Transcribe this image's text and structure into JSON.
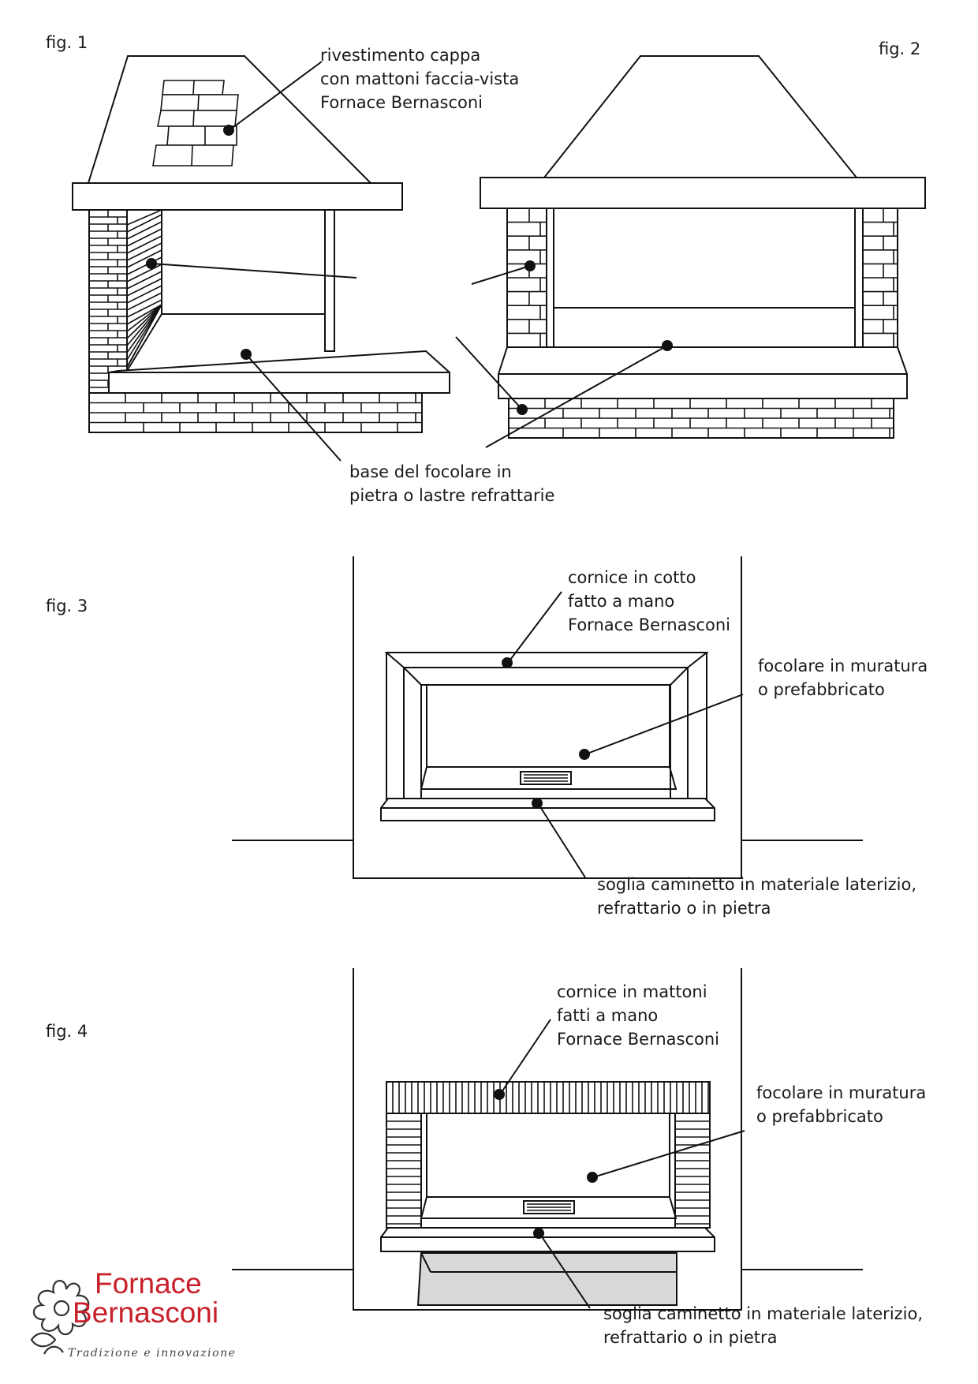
{
  "figures": {
    "fig1": {
      "label": "fig. 1",
      "annotation_hood": [
        "rivestimento cappa",
        "con mattoni faccia-vista",
        "Fornace Bernasconi"
      ],
      "annotation_base": [
        "base del focolare in",
        "pietra o lastre refrattarie"
      ]
    },
    "fig2": {
      "label": "fig. 2"
    },
    "fig3": {
      "label": "fig. 3",
      "annotation_frame": [
        "cornice in cotto",
        "fatto a mano",
        "Fornace Bernasconi"
      ],
      "annotation_hearth": [
        "focolare in muratura",
        "o prefabbricato"
      ],
      "annotation_sill": [
        "soglia caminetto in materiale laterizio,",
        "refrattario o in pietra"
      ]
    },
    "fig4": {
      "label": "fig. 4",
      "annotation_frame": [
        "cornice in mattoni",
        "fatti a mano",
        "Fornace Bernasconi"
      ],
      "annotation_hearth": [
        "focolare in muratura",
        "o prefabbricato"
      ],
      "annotation_sill": [
        "soglia caminetto in materiale laterizio,",
        "refrattario o in pietra"
      ]
    }
  },
  "logo": {
    "line1": "Fornace",
    "line2": "Bernasconi",
    "tagline": "Tradizione e innovazione",
    "icon": "flower-outline-icon",
    "brand_color": "#c8202a",
    "tag_color": "#444444"
  },
  "colors": {
    "line": "#111111",
    "sill_fill": "#d9d9d9"
  }
}
